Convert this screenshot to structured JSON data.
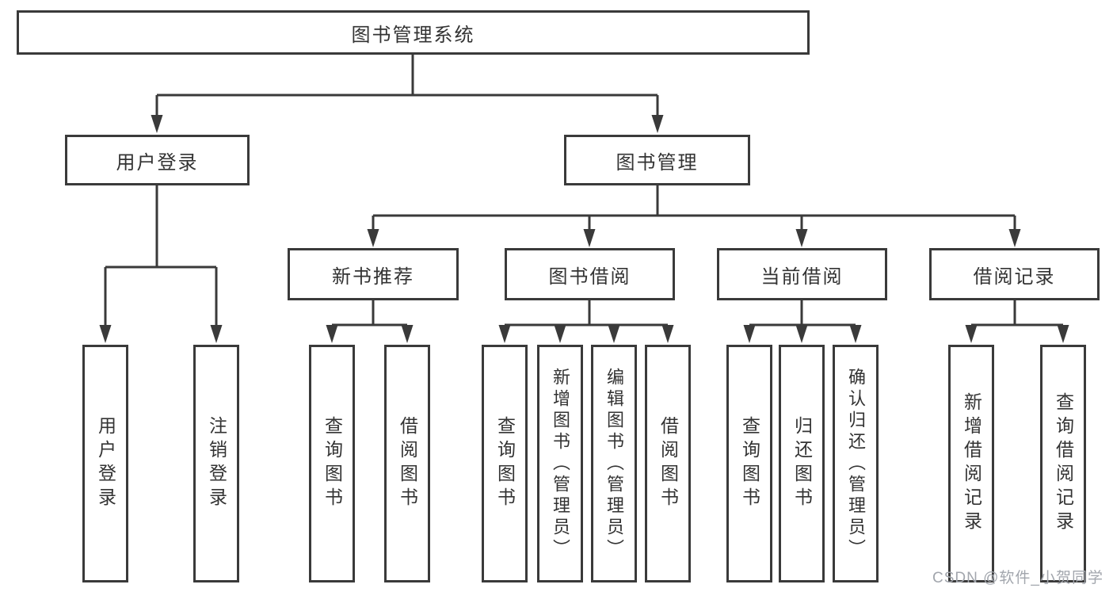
{
  "tree": {
    "root": {
      "label": "图书管理系统"
    },
    "branches": [
      {
        "label": "用户登录",
        "children": [
          {
            "label": "用户登录"
          },
          {
            "label": "注销登录"
          }
        ]
      },
      {
        "label": "图书管理",
        "children": [
          {
            "label": "新书推荐",
            "children": [
              {
                "label": "查询图书"
              },
              {
                "label": "借阅图书"
              }
            ]
          },
          {
            "label": "图书借阅",
            "children": [
              {
                "label": "查询图书"
              },
              {
                "label": "新增图书（管理员）"
              },
              {
                "label": "编辑图书（管理员）"
              },
              {
                "label": "借阅图书"
              }
            ]
          },
          {
            "label": "当前借阅",
            "children": [
              {
                "label": "查询图书"
              },
              {
                "label": "归还图书"
              },
              {
                "label": "确认归还（管理员）"
              }
            ]
          },
          {
            "label": "借阅记录",
            "children": [
              {
                "label": "新增借阅记录"
              },
              {
                "label": "查询借阅记录"
              }
            ]
          }
        ]
      }
    ]
  },
  "watermark": {
    "text": "CSDN @软件_小贺同学"
  },
  "colors": {
    "line": "#3a3a3a",
    "border": "#3a3a3a",
    "text": "#333333",
    "watermark": "#a2a6ad",
    "background": "#ffffff"
  }
}
